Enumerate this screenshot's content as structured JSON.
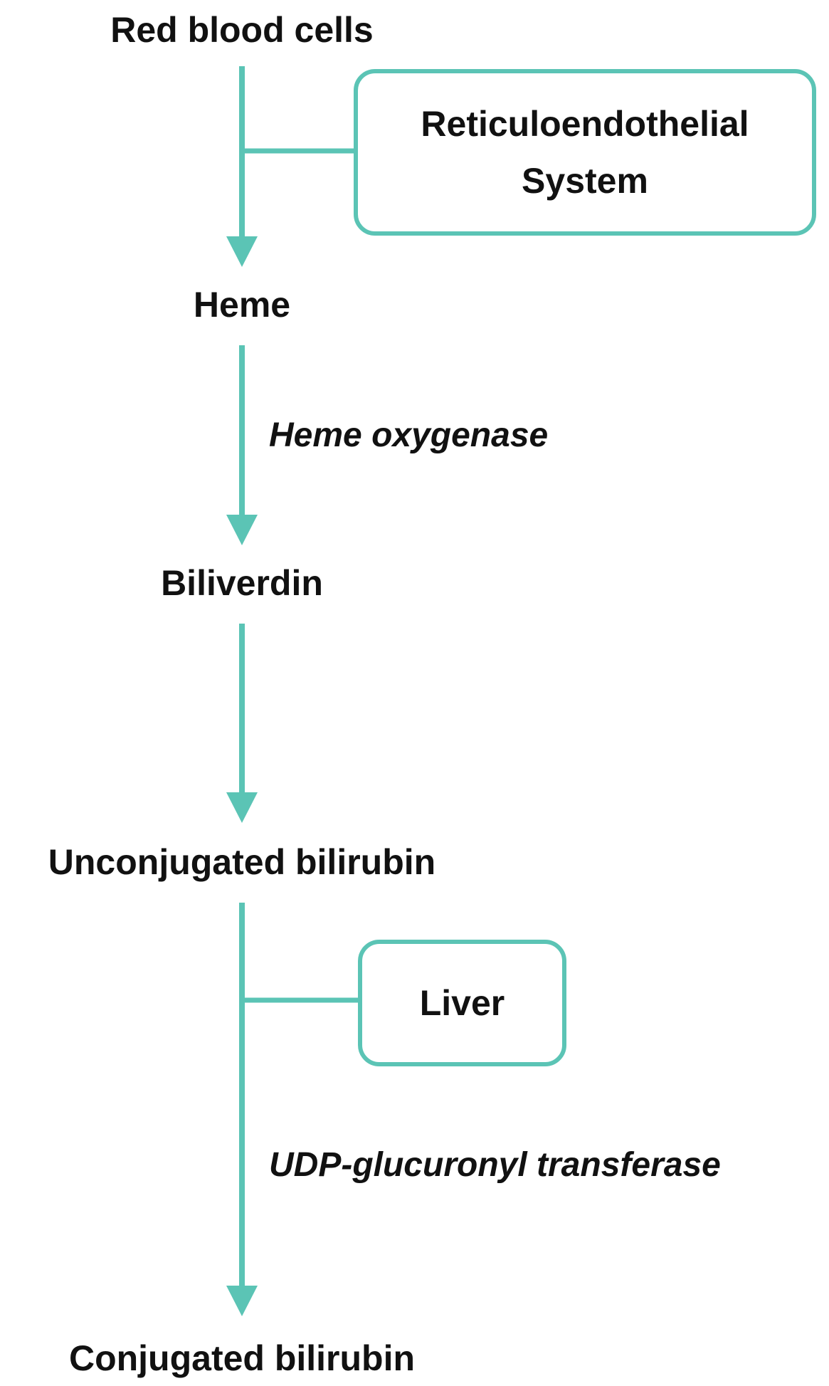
{
  "colors": {
    "arrow": "#5bc4b5",
    "text": "#111111",
    "background": "#ffffff"
  },
  "nodes": {
    "red_blood_cells": "Red blood cells",
    "heme": "Heme",
    "biliverdin": "Biliverdin",
    "unconjugated_bilirubin": "Unconjugated bilirubin",
    "conjugated_bilirubin": "Conjugated bilirubin"
  },
  "enzymes": {
    "heme_oxygenase": "Heme oxygenase",
    "udp_glucuronyl_transferase": "UDP-glucuronyl transferase"
  },
  "locations": {
    "reticuloendothelial_line1": "Reticuloendothelial",
    "reticuloendothelial_line2": "System",
    "liver": "Liver"
  }
}
